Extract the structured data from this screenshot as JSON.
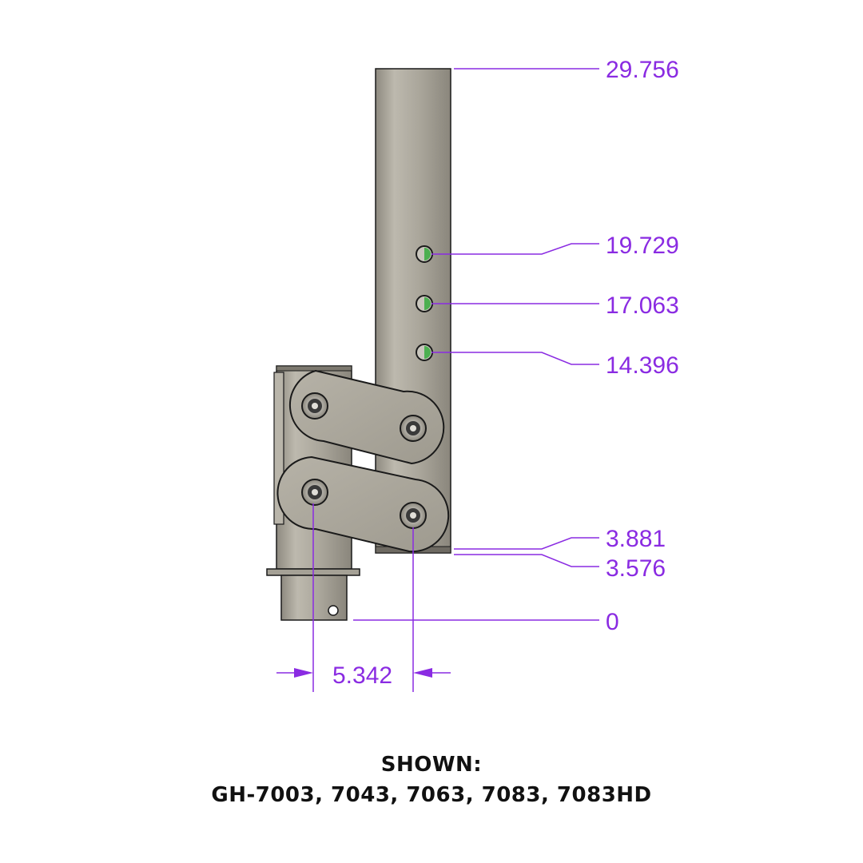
{
  "dimensions": {
    "top": "29.756",
    "hole_upper": "19.729",
    "hole_middle": "17.063",
    "hole_lower": "14.396",
    "tube_bottom_upper": "3.881",
    "tube_bottom_lower": "3.576",
    "base": "0",
    "horizontal_offset": "5.342"
  },
  "caption": {
    "line1": "SHOWN:",
    "line2": "GH-7003, 7043, 7063, 7083, 7083HD"
  },
  "colors": {
    "dimension": "#8a2be2",
    "metal": "#a8a49a",
    "outline": "#1a1a1a"
  }
}
